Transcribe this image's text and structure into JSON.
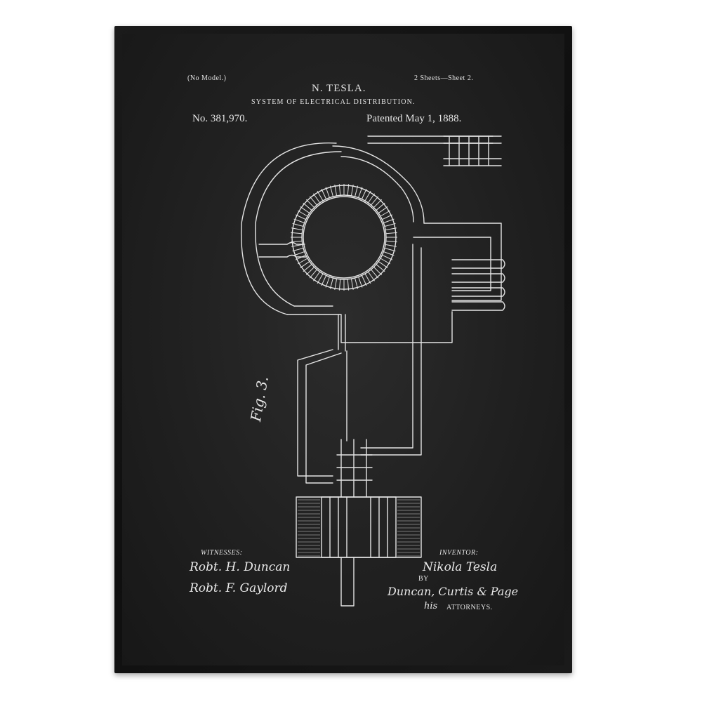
{
  "patent": {
    "model_note": "(No Model.)",
    "sheets": "2 Sheets—Sheet 2.",
    "inventor_name": "N. TESLA.",
    "title": "SYSTEM OF ELECTRICAL DISTRIBUTION.",
    "number": "No. 381,970.",
    "date": "Patented May 1, 1888.",
    "figure_label": "Fig. 3.",
    "witnesses_label": "WITNESSES:",
    "witness_1": "Robt. H. Duncan",
    "witness_2": "Robt. F. Gaylord",
    "inventor_label": "INVENTOR:",
    "inventor_signature": "Nikola Tesla",
    "by_label": "BY",
    "attorneys_signature": "Duncan, Curtis & Page",
    "his_label": "his",
    "attorneys_label": "ATTORNEYS."
  },
  "colors": {
    "frame": "#141414",
    "background": "#222222",
    "ink": "#e4e4e4"
  }
}
